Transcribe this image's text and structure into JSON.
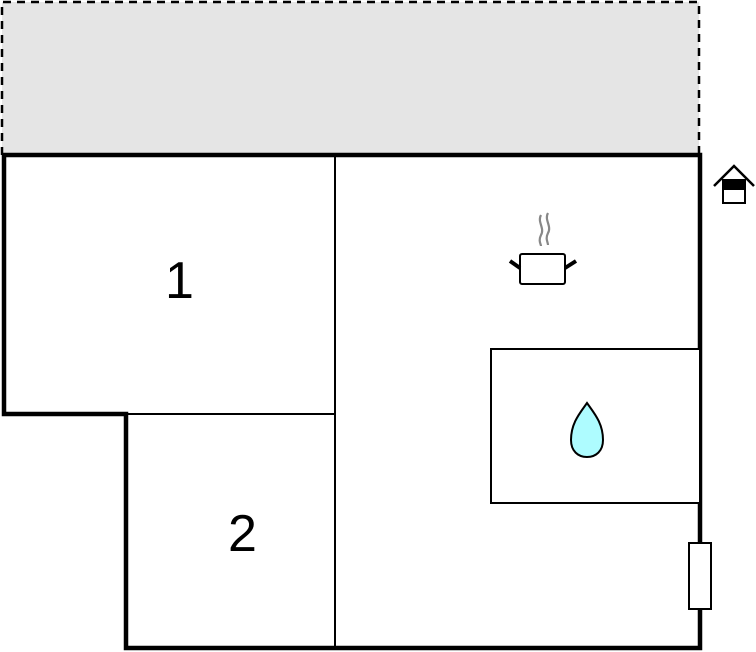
{
  "floorplan": {
    "terrace": {
      "fill": "#e5e5e5",
      "border_style": "dashed"
    },
    "rooms": [
      {
        "id": "1",
        "label": "1"
      },
      {
        "id": "2",
        "label": "2"
      }
    ],
    "icons": {
      "entrance": "house-entrance-icon",
      "kitchen": "cooking-pot-icon",
      "bathroom": "water-drop-icon",
      "window": "window-icon"
    },
    "colors": {
      "wall": "#000000",
      "terrace_fill": "#e5e5e5",
      "water_drop": "#aefcff",
      "steam": "#888888",
      "background": "#ffffff"
    }
  }
}
